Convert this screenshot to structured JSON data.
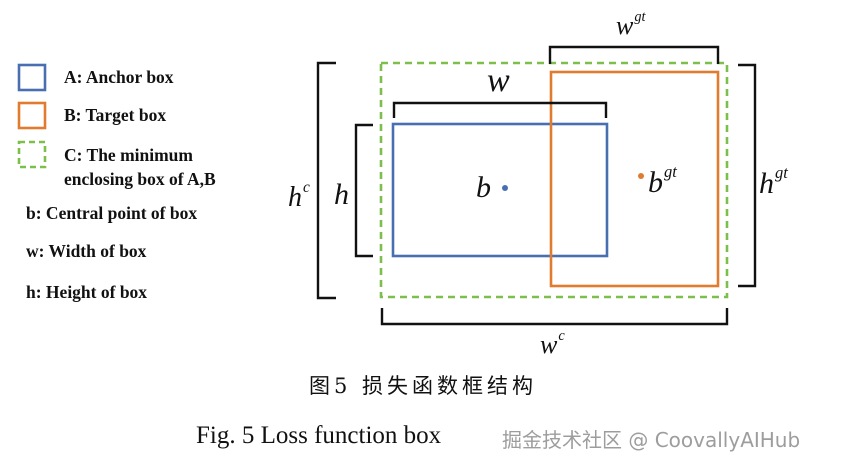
{
  "colors": {
    "anchor": "#4a6fb0",
    "target": "#e07b30",
    "enclosing": "#7cbf4a",
    "bracket": "#111111"
  },
  "legend": {
    "anchor": "A: Anchor box",
    "target": "B: Target box",
    "enclosing_line1": "C: The minimum",
    "enclosing_line2": "enclosing box of A,B",
    "b_def": "b: Central point of box",
    "w_def": "w: Width of box",
    "h_def": "h: Height of box"
  },
  "labels": {
    "w": "w",
    "h": "h",
    "b": "b",
    "b_gt": "b",
    "b_gt_sup": "gt",
    "w_gt": "w",
    "w_gt_sup": "gt",
    "h_gt": "h",
    "h_gt_sup": "gt",
    "w_c": "w",
    "w_c_sup": "c",
    "h_c": "h",
    "h_c_sup": "c"
  },
  "caption": {
    "chinese": "图5  损失函数框结构",
    "english": "Fig. 5  Loss function box"
  },
  "watermark": "掘金技术社区 @ CoovallyAIHub"
}
